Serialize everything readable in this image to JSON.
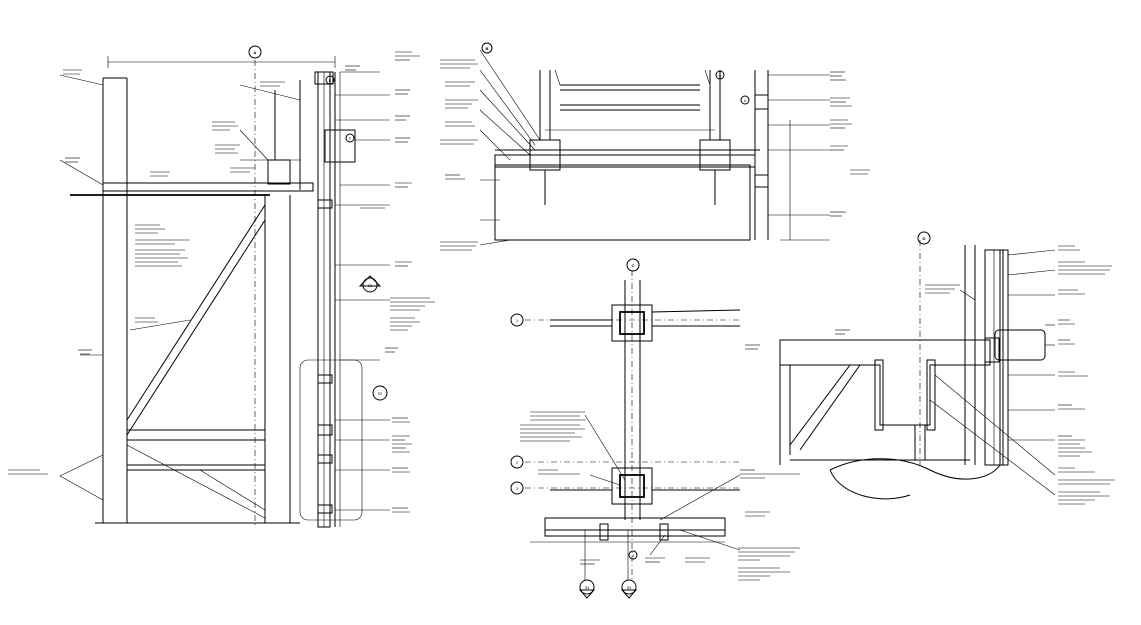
{
  "sheet": {
    "background": "#ffffff",
    "ink": "#000000",
    "concrete_fill": "#d9d9d9"
  },
  "detail_markers": [
    {
      "id": "m1",
      "text": "A"
    },
    {
      "id": "m2",
      "text": "B"
    },
    {
      "id": "m3",
      "text": "C"
    },
    {
      "id": "m4",
      "text": "D"
    },
    {
      "id": "m5",
      "text": "E"
    },
    {
      "id": "m6",
      "text": "F"
    }
  ],
  "section_tags": [
    {
      "id": "t1",
      "text": "S3"
    },
    {
      "id": "t2",
      "text": "S2"
    },
    {
      "id": "t3",
      "text": "S4"
    },
    {
      "id": "t4",
      "text": "S5"
    }
  ],
  "grid_bubbles": [
    {
      "id": "g1",
      "text": "1"
    },
    {
      "id": "g2",
      "text": "2"
    },
    {
      "id": "g3",
      "text": "3"
    },
    {
      "id": "g4",
      "text": "4"
    },
    {
      "id": "g5",
      "text": "5"
    },
    {
      "id": "g6",
      "text": "6"
    }
  ]
}
